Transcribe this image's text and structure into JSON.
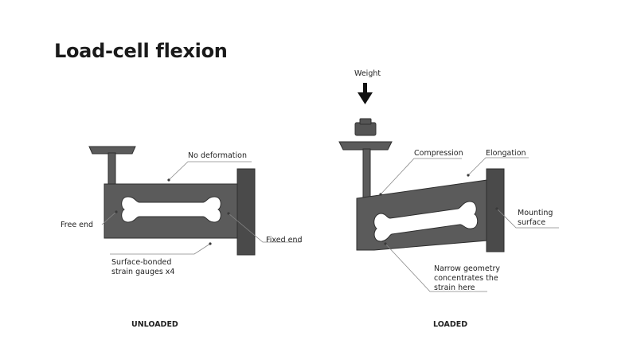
{
  "title": "Load-cell flexion",
  "colors": {
    "metal": "#5b5b5b",
    "metal_dark": "#3e3e3e",
    "slot": "#ffffff",
    "leader": "#888888"
  },
  "unloaded": {
    "caption": "UNLOADED",
    "labels": {
      "no_deformation": "No deformation",
      "free_end": "Free end",
      "fixed_end": "Fixed end",
      "strain_gauges_line1": "Surface-bonded",
      "strain_gauges_line2": "strain gauges x4"
    }
  },
  "loaded": {
    "caption": "LOADED",
    "labels": {
      "weight": "Weight",
      "compression": "Compression",
      "elongation": "Elongation",
      "mounting_line1": "Mounting",
      "mounting_line2": "surface",
      "narrow_line1": "Narrow geometry",
      "narrow_line2": "concentrates the",
      "narrow_line3": "strain here"
    }
  },
  "icons": [
    "down-arrow-icon"
  ]
}
